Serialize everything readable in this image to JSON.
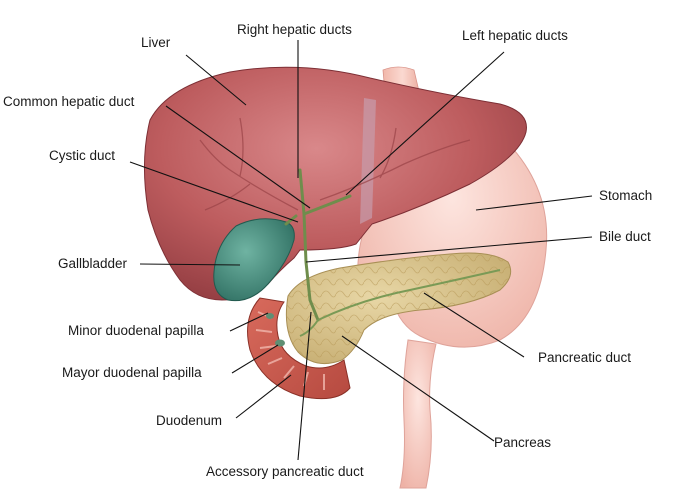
{
  "labels": {
    "liver": "Liver",
    "right_hepatic_ducts": "Right hepatic ducts",
    "left_hepatic_ducts": "Left hepatic ducts",
    "common_hepatic_duct": "Common hepatic duct",
    "cystic_duct": "Cystic duct",
    "stomach": "Stomach",
    "bile_duct": "Bile duct",
    "gallbladder": "Gallbladder",
    "minor_duodenal_papilla": "Minor duodenal papilla",
    "mayor_duodenal_papilla": "Mayor duodenal papilla",
    "pancreatic_duct": "Pancreatic duct",
    "duodenum": "Duodenum",
    "pancreas": "Pancreas",
    "accessory_pancreatic_duct": "Accessory pancreatic duct"
  },
  "colors": {
    "liver": "#b9585a",
    "liver_dark": "#8e3a3e",
    "stomach": "#f4c6bd",
    "gallbladder": "#3f8e7f",
    "pancreas": "#d6c089",
    "duodenum": "#c9574c",
    "ducts": "#6c8a4a",
    "leader": "#111111"
  }
}
